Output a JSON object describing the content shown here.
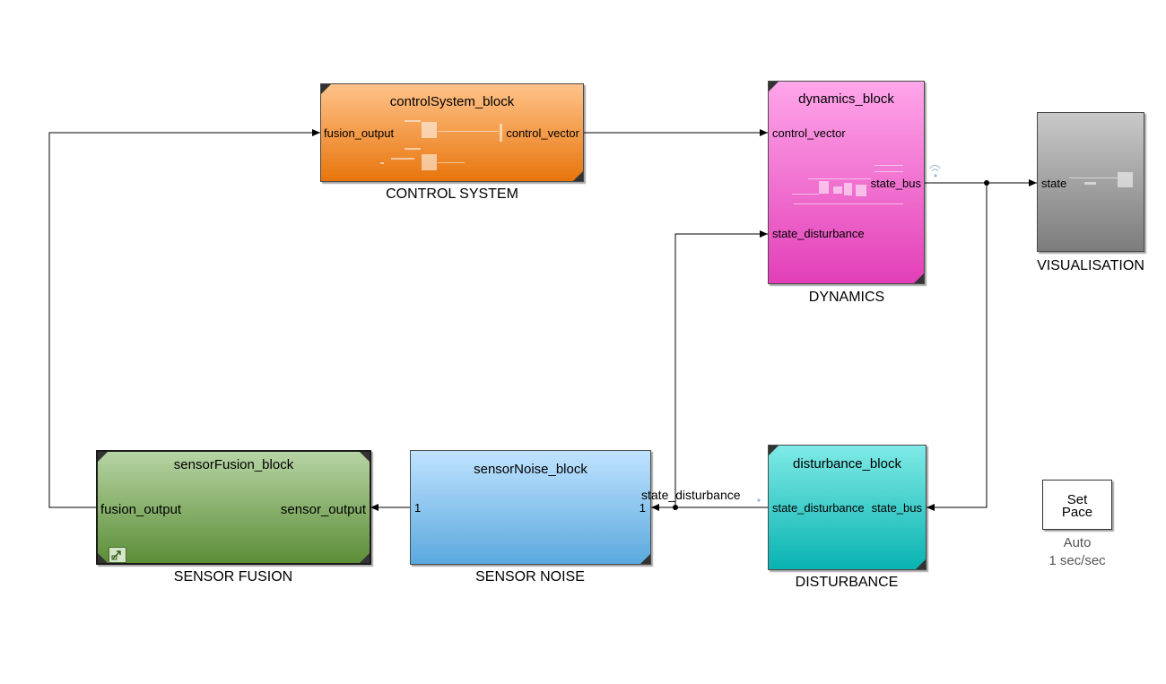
{
  "blocks": {
    "control": {
      "title": "controlSystem_block",
      "in_port": "fusion_output",
      "out_port": "control_vector",
      "caption": "CONTROL SYSTEM",
      "color_top": "#ffc38a",
      "color_bottom": "#e8750c"
    },
    "dynamics": {
      "title": "dynamics_block",
      "in_port_1": "control_vector",
      "in_port_2": "state_disturbance",
      "out_port": "state_bus",
      "caption": "DYNAMICS",
      "color_top": "#ffa6ea",
      "color_bottom": "#e23fb7"
    },
    "visualisation": {
      "in_port": "state",
      "caption": "VISUALISATION",
      "color_top": "#c9c9c9",
      "color_bottom": "#7c7c7c"
    },
    "sensor_fusion": {
      "title": "sensorFusion_block",
      "in_port": "sensor_output",
      "out_port": "fusion_output",
      "caption": "SENSOR FUSION",
      "color_top": "#b6d4a4",
      "color_bottom": "#5c8e37"
    },
    "sensor_noise": {
      "title": "sensorNoise_block",
      "in_port": "1",
      "out_port": "1",
      "caption": "SENSOR NOISE",
      "color_top": "#bfe3ff",
      "color_bottom": "#5ba9de"
    },
    "disturbance": {
      "title": "disturbance_block",
      "in_port": "state_bus",
      "out_port": "state_disturbance",
      "caption": "DISTURBANCE",
      "color_top": "#7feae6",
      "color_bottom": "#08b3b1"
    }
  },
  "signal_labels": {
    "disturbance_wire": "state_disturbance"
  },
  "pace": {
    "line1": "Set",
    "line2": "Pace",
    "mode": "Auto",
    "rate": "1 sec/sec"
  }
}
